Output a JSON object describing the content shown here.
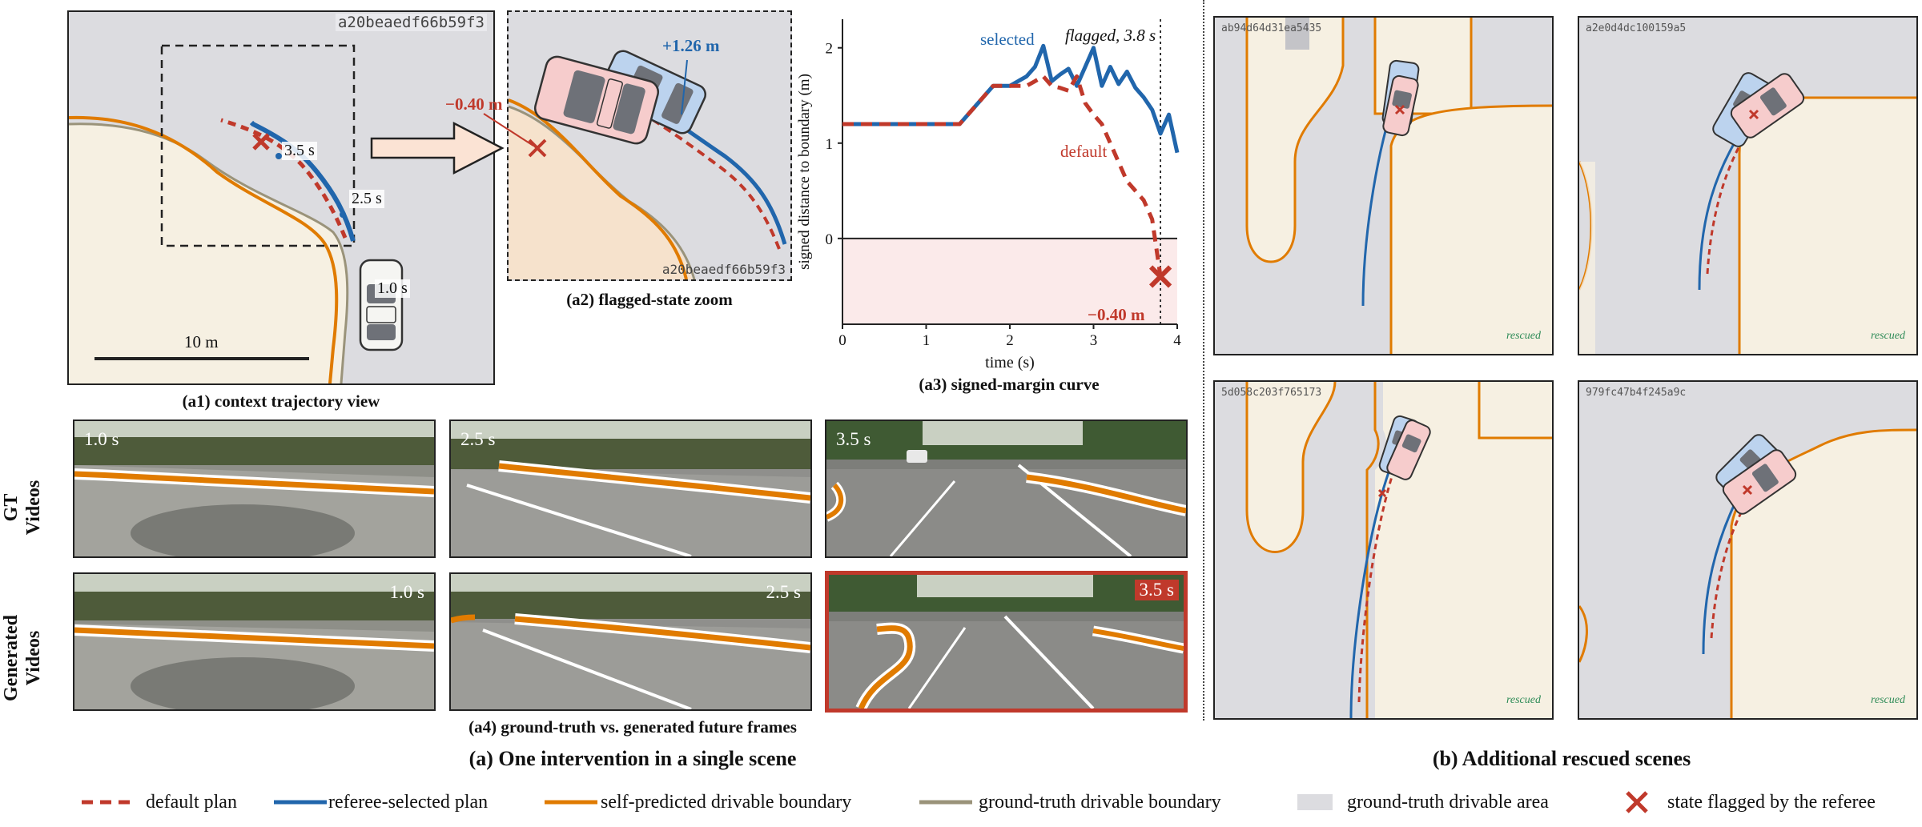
{
  "scene_id": "a20beaedf66b59f3",
  "a1": {
    "caption": "(a1) context trajectory view",
    "times": [
      "3.5 s",
      "2.5 s",
      "1.0 s"
    ],
    "scale_label": "10 m"
  },
  "a2": {
    "caption": "(a2) flagged-state zoom",
    "neg_margin": "−0.40 m",
    "pos_margin": "+1.26 m"
  },
  "a3": {
    "caption": "(a3) signed-margin curve",
    "flag_label": "flagged, 3.8 s",
    "selected_label": "selected",
    "default_label": "default",
    "end_label": "−0.40 m"
  },
  "chart_data": {
    "type": "line",
    "xlabel": "time (s)",
    "ylabel": "signed distance to boundary (m)",
    "xlim": [
      0,
      4
    ],
    "ylim": [
      -0.9,
      2.3
    ],
    "xticks": [
      "0",
      "1",
      "2",
      "3",
      "4"
    ],
    "yticks": [
      "0",
      "1",
      "2"
    ],
    "flag_time": 3.8,
    "series": [
      {
        "name": "selected",
        "color": "#2166ac",
        "dashed": false,
        "x": [
          0,
          1.2,
          1.4,
          1.6,
          1.8,
          2.0,
          2.2,
          2.3,
          2.4,
          2.5,
          2.6,
          2.7,
          2.8,
          2.9,
          3.0,
          3.1,
          3.2,
          3.3,
          3.4,
          3.5,
          3.6,
          3.7,
          3.8,
          3.9,
          4.0
        ],
        "y": [
          1.2,
          1.2,
          1.2,
          1.4,
          1.6,
          1.6,
          1.7,
          1.8,
          2.02,
          1.65,
          1.72,
          1.78,
          1.6,
          1.8,
          2.0,
          1.6,
          1.8,
          1.62,
          1.75,
          1.58,
          1.48,
          1.35,
          1.1,
          1.3,
          0.9
        ]
      },
      {
        "name": "default",
        "color": "#c0392b",
        "dashed": true,
        "x": [
          0,
          1.2,
          1.4,
          1.6,
          1.8,
          2.0,
          2.2,
          2.3,
          2.4,
          2.5,
          2.6,
          2.7,
          2.8,
          2.9,
          3.0,
          3.1,
          3.2,
          3.3,
          3.4,
          3.5,
          3.6,
          3.7,
          3.8
        ],
        "y": [
          1.2,
          1.2,
          1.2,
          1.4,
          1.6,
          1.6,
          1.6,
          1.65,
          1.7,
          1.6,
          1.58,
          1.55,
          1.7,
          1.42,
          1.3,
          1.2,
          1.0,
          0.8,
          0.6,
          0.5,
          0.4,
          0.2,
          -0.4
        ]
      }
    ]
  },
  "a4": {
    "caption": "(a4) ground-truth vs. generated future frames",
    "gt_label": [
      "GT",
      "Videos"
    ],
    "gen_label": [
      "Generated",
      "Videos"
    ],
    "times": [
      "1.0 s",
      "2.5 s",
      "3.5 s"
    ]
  },
  "part_a_caption": "(a) One intervention in a single scene",
  "part_b_caption": "(b) Additional rescued scenes",
  "rescued_scenes": [
    {
      "id": "ab94d64d31ea5435",
      "tag": "rescued"
    },
    {
      "id": "a2e0d4dc100159a5",
      "tag": "rescued"
    },
    {
      "id": "5d058c203f765173",
      "tag": "rescued"
    },
    {
      "id": "979fc47b4f245a9c",
      "tag": "rescued"
    }
  ],
  "legend": [
    {
      "label": "default plan",
      "icon": "dashed-red-line",
      "color": "#c0392b"
    },
    {
      "label": "referee-selected plan",
      "icon": "solid-blue-line",
      "color": "#2166ac"
    },
    {
      "label": "self-predicted drivable boundary",
      "icon": "solid-orange-line",
      "color": "#e07b00"
    },
    {
      "label": "ground-truth drivable boundary",
      "icon": "solid-olive-line",
      "color": "#9a937a"
    },
    {
      "label": "ground-truth drivable area",
      "icon": "grey-patch",
      "color": "#dcdce0"
    },
    {
      "label": "state flagged by the referee",
      "icon": "red-x",
      "color": "#c0392b"
    }
  ]
}
